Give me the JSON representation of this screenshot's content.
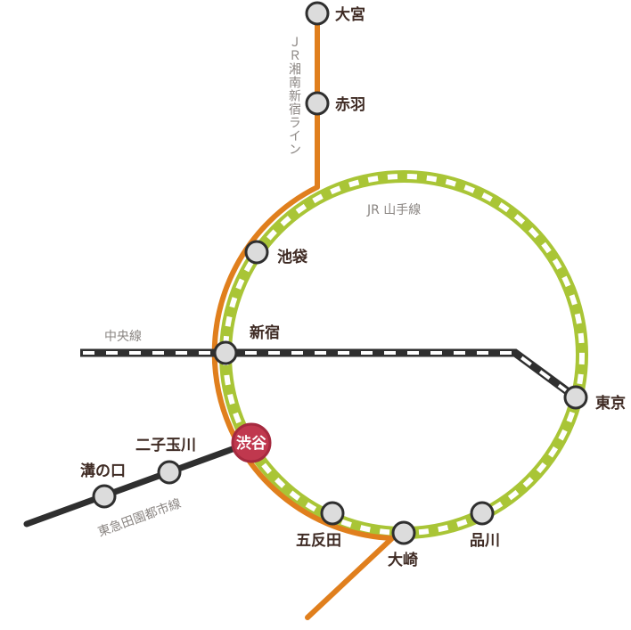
{
  "lines": {
    "shonan_shinjuku": {
      "label": "ＪＲ湘南新宿ライン",
      "color": "#e07f1d"
    },
    "yamanote": {
      "label": "JR 山手線",
      "color": "#a9c536"
    },
    "chuo": {
      "label": "中央線",
      "color": "#2f2f2f"
    },
    "denentoshi": {
      "label": "東急田園都市線",
      "color": "#2f2f2f"
    }
  },
  "stations": {
    "omiya": "大宮",
    "akabane": "赤羽",
    "ikebukuro": "池袋",
    "shinjuku": "新宿",
    "shibuya": "渋谷",
    "tokyo": "東京",
    "shinagawa": "品川",
    "osaki": "大崎",
    "gotanda": "五反田",
    "futako_tamagawa": "二子玉川",
    "mizonokuchi": "溝の口"
  },
  "highlight_color": "#c0384e"
}
